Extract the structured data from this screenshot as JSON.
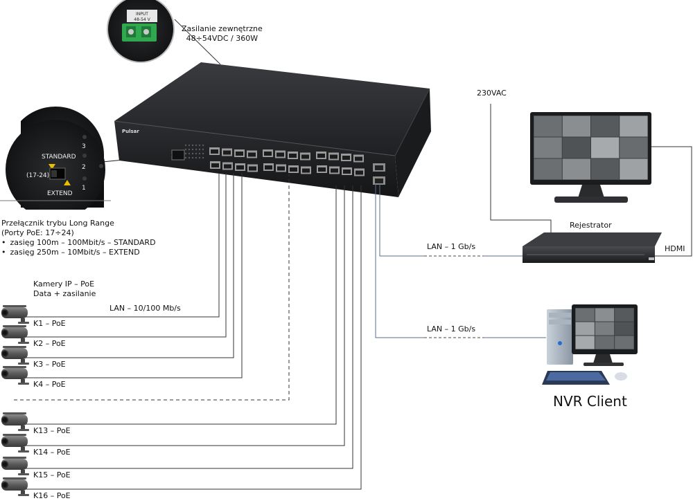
{
  "power": {
    "title": "Zasilanie zewnętrzne",
    "spec": "48÷54VDC / 360W",
    "terminal_label": "INPUT",
    "terminal_voltage": "48-54 V"
  },
  "switch": {
    "brand": "Pulsar"
  },
  "mode_zoom": {
    "standard": "STANDARD",
    "extend": "EXTEND",
    "ports": "(17-24)",
    "led_numbers": [
      "3",
      "2",
      "1"
    ]
  },
  "mode_caption": {
    "line1": "Przełącznik trybu Long Range",
    "line2": "(Porty PoE: 17÷24)",
    "bullets": [
      "zasięg 100m – 100Mbit/s – STANDARD",
      "zasięg 250m – 10Mbit/s – EXTEND"
    ]
  },
  "cameras": {
    "title_line1": "Kamery IP – PoE",
    "title_line2": "Data + zasilanie",
    "link_label": "LAN – 10/100 Mb/s",
    "labels": [
      "K1 – PoE",
      "K2 – PoE",
      "K3 – PoE",
      "K4 – PoE",
      "K13 – PoE",
      "K14 – PoE",
      "K15 – PoE",
      "K16 – PoE"
    ]
  },
  "recorder": {
    "power_label": "230VAC",
    "name": "Rejestrator",
    "hdmi_label": "HDMI",
    "lan_label": "LAN – 1 Gb/s"
  },
  "client": {
    "lan_label": "LAN – 1 Gb/s",
    "name": "NVR Client"
  },
  "colors": {
    "device_dark": "#2a2b2e",
    "port_gray": "#9a9a9a",
    "wire_dark": "#333333",
    "wire_blue": "#5b6e8c"
  }
}
